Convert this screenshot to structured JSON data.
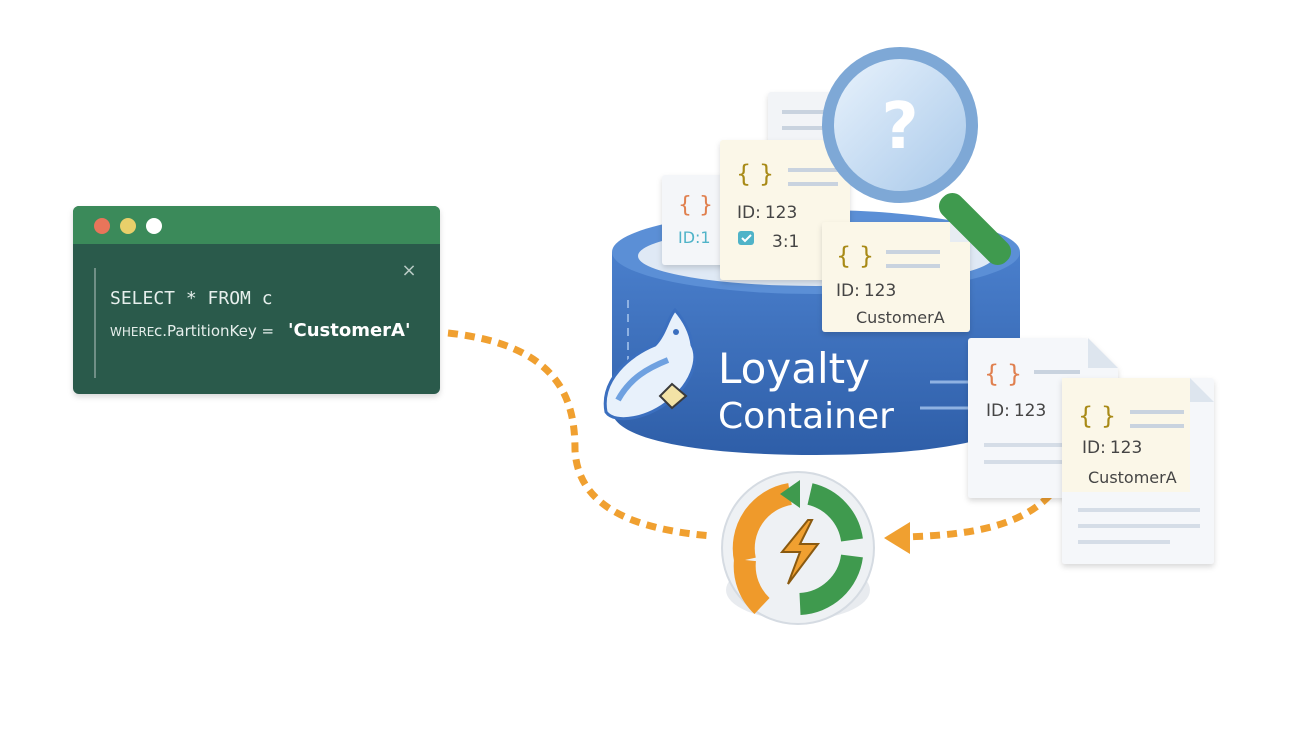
{
  "query_window": {
    "line1": "SELECT * FROM c",
    "line2_keyword": "WHERE",
    "line2_expr": "c.PartitionKey =",
    "line2_value": "'CustomerA'",
    "close_glyph": "×",
    "dots": [
      "#e8745a",
      "#e9cf6a",
      "#ffffff"
    ],
    "bg": "#2b5a4c",
    "titlebar": "#3a8a5a"
  },
  "container": {
    "title_line1": "Loyalty",
    "title_line2": "Container",
    "color": "#3b6fbf"
  },
  "documents": {
    "brace": "{ }",
    "id_label": "ID:",
    "id_value": "123",
    "id_short": "ID:1",
    "check_value": "3:1",
    "customer": "CustomerA"
  },
  "magnifier": {
    "glyph": "?"
  },
  "colors": {
    "arrow": "#f0a030",
    "refresh_orange": "#ef9a2b",
    "refresh_green": "#3f9a4e",
    "brace_gold": "#a88a18",
    "brace_orange": "#e08050"
  }
}
